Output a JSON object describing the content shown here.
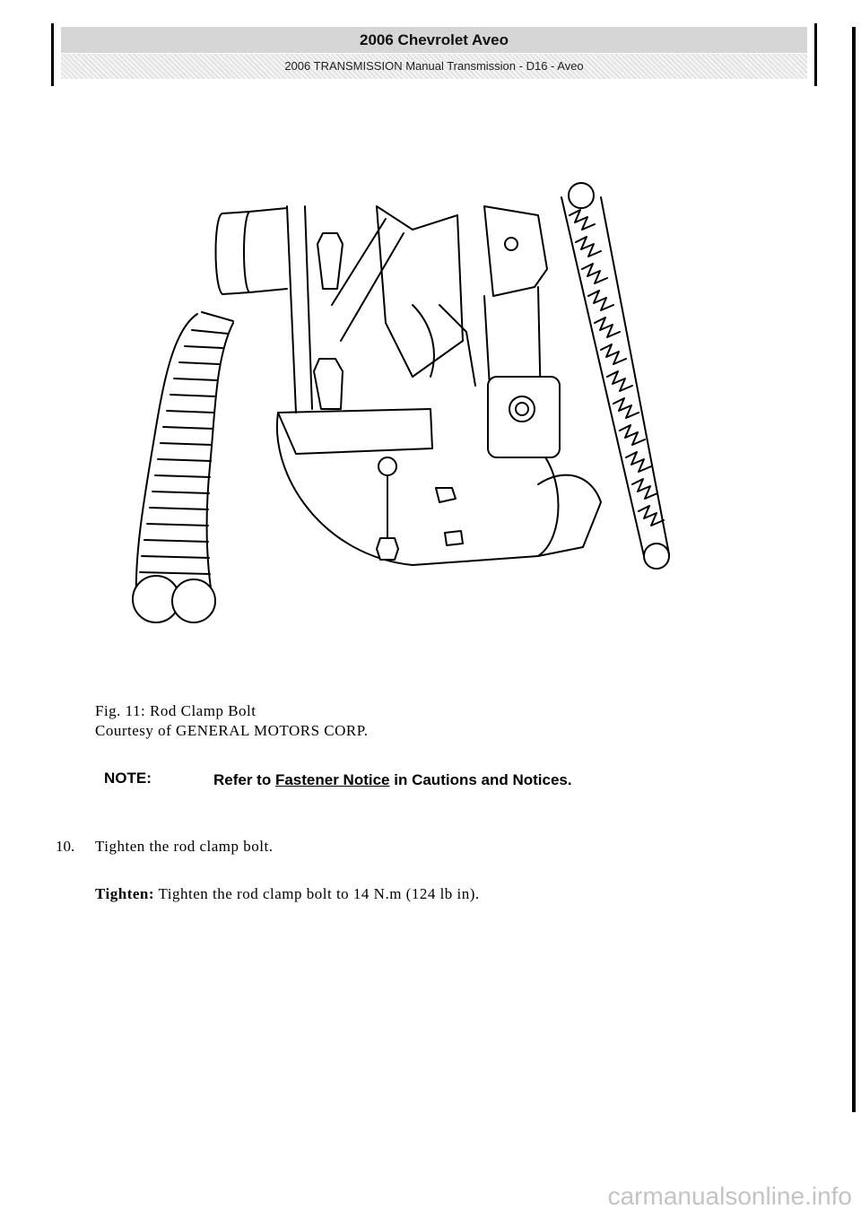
{
  "header": {
    "title": "2006 Chevrolet Aveo",
    "subtitle": "2006 TRANSMISSION Manual Transmission - D16 - Aveo"
  },
  "figure": {
    "caption_line1": "Fig. 11: Rod Clamp Bolt",
    "caption_line2": "Courtesy of GENERAL MOTORS CORP."
  },
  "note": {
    "label": "NOTE:",
    "text_before": "Refer to",
    "link": "Fastener Notice",
    "text_after": "in Cautions and Notices."
  },
  "step": {
    "number": "10.",
    "text": "Tighten the rod clamp bolt."
  },
  "tighten": {
    "label": "Tighten:",
    "text": "Tighten the rod clamp bolt to 14 N.m (124 lb in)."
  },
  "watermark": "carmanualsonline.info"
}
